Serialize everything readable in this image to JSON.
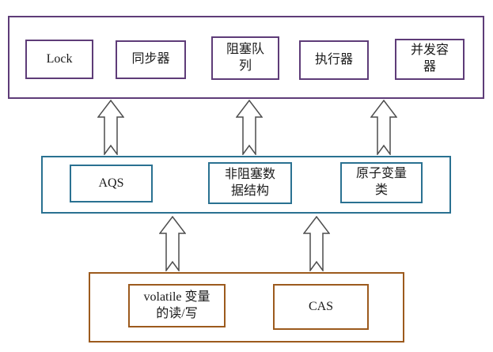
{
  "colors": {
    "top_layer_border": "#5e3c78",
    "middle_layer_border": "#2a7191",
    "bottom_layer_border": "#9c5a1d",
    "arrow_outline": "#4d4d4d",
    "box_fill": "#ffffff",
    "text": "#1a1a1a"
  },
  "diagram": {
    "top_layer": {
      "items": [
        {
          "label": "Lock"
        },
        {
          "label": "同步器"
        },
        {
          "label": "阻塞队\n列"
        },
        {
          "label": "执行器"
        },
        {
          "label": "并发容\n器"
        }
      ]
    },
    "middle_layer": {
      "items": [
        {
          "label": "AQS"
        },
        {
          "label": "非阻塞数\n据结构"
        },
        {
          "label": "原子变量\n类"
        }
      ]
    },
    "bottom_layer": {
      "items": [
        {
          "label": "volatile 变量\n的读/写"
        },
        {
          "label": "CAS"
        }
      ]
    },
    "arrows": {
      "icon": "up-block-arrow",
      "direction": "up",
      "top_row_count": 3,
      "bottom_row_count": 2
    }
  }
}
